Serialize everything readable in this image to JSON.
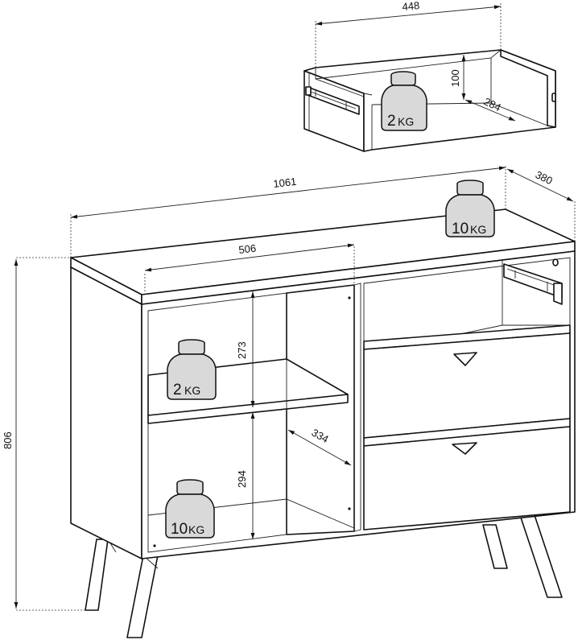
{
  "dimensions": {
    "drawer_width": "448",
    "drawer_height": "100",
    "drawer_depth": "284",
    "cabinet_width": "1061",
    "cabinet_depth": "380",
    "cabinet_height": "806",
    "inner_width": "506",
    "upper_shelf_height": "273",
    "lower_shelf_height": "294",
    "shelf_depth": "334"
  },
  "weights": {
    "drawer_load": {
      "value": "2",
      "unit": "KG"
    },
    "top_load": {
      "value": "10",
      "unit": "KG"
    },
    "shelf_load": {
      "value": "2",
      "unit": "KG"
    },
    "bottom_load": {
      "value": "10",
      "unit": "KG"
    }
  }
}
